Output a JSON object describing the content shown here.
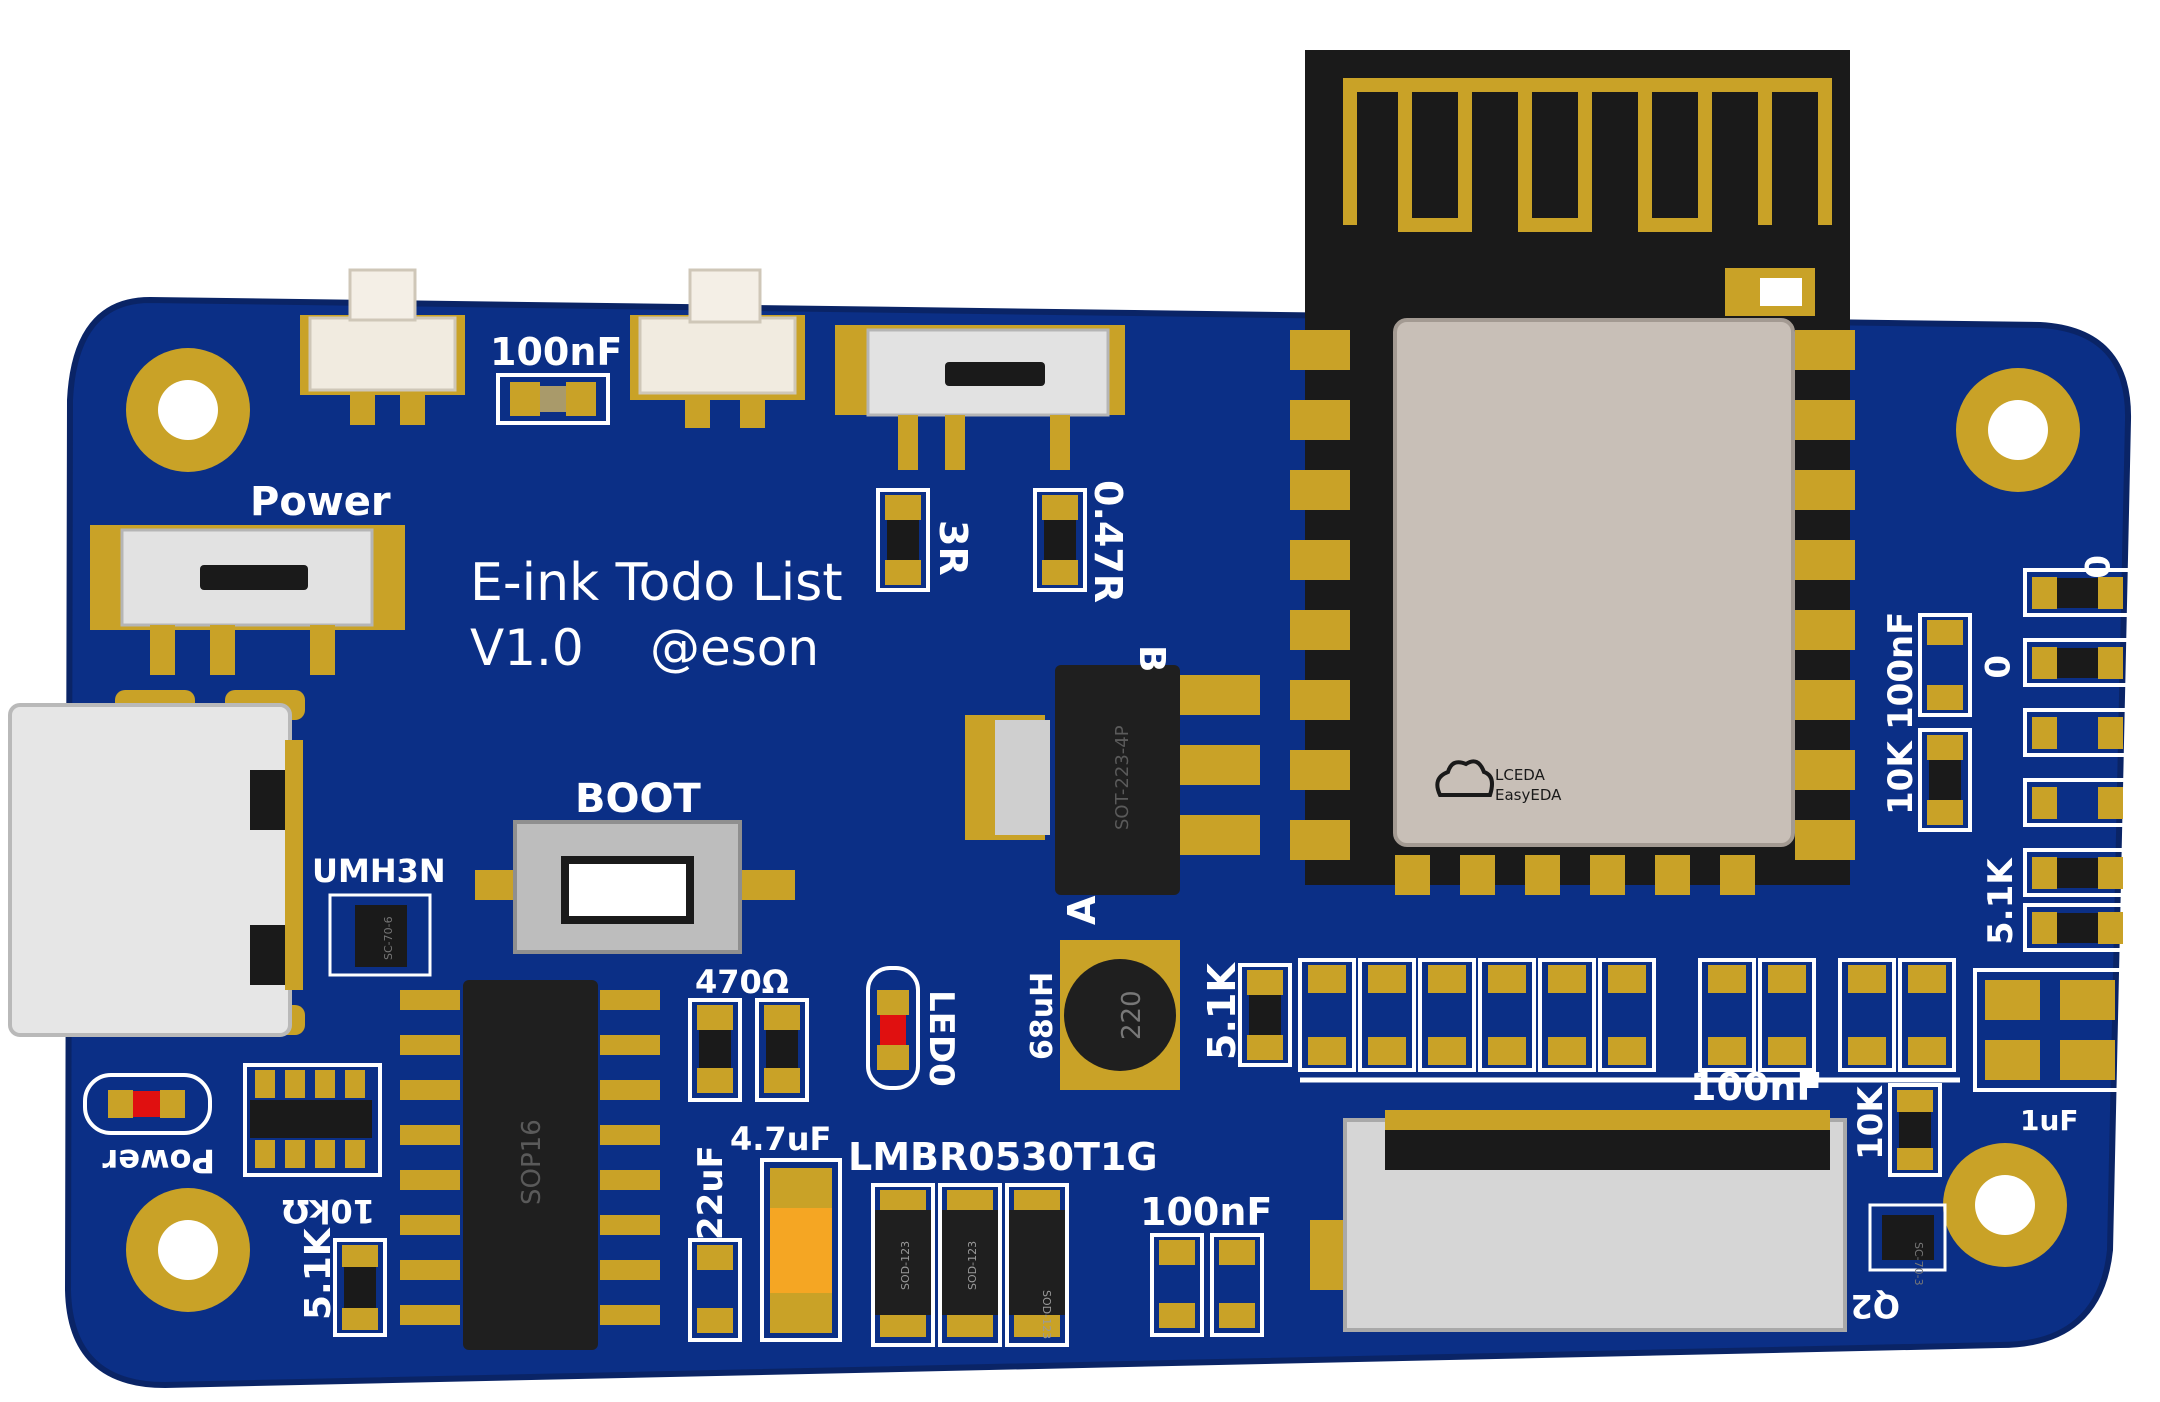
{
  "colors": {
    "board": "#0b2f86",
    "board_edge": "#0a2466",
    "silkscreen": "#ffffff",
    "gold": "#c9a227",
    "mask_black": "#1a1a1a",
    "module_shield": "#c8bfb7",
    "led_red": "#e01010",
    "cap_orange": "#f5a623"
  },
  "pcb": {
    "title": "E-ink Todo List",
    "version": "V1.0",
    "author": "@eson",
    "power_switch_label": "Power",
    "power_led_label": "Power",
    "boot_label": "BOOT",
    "umh_label": "UMH3N",
    "umh_pkg": "SC-70-6",
    "sop_label": "SOP16",
    "res_470": "470Ω",
    "led0": "LED0",
    "cap_4u7": "4.7uF",
    "diode_part": "LMBR0530T1G",
    "sod1": "SOD-123",
    "sod2": "SOD-123",
    "sod3": "SOD-123",
    "cap_22u": "22uF",
    "cap_100n_bottom": "100nF",
    "inductor_val": "68uH",
    "inductor_marking": "220",
    "sot223": "SOT-223-4P",
    "reg_prefix": "A",
    "res_3r": "3R",
    "res_047r": "0.47R",
    "cap_100n_top": "100nF",
    "res_5k1_mid": "5.1K",
    "cap_100n_row": "100nF",
    "res_10k_right": "10K",
    "cap_100n_right": "100nF",
    "res_10k_q2": "10K",
    "res_0_a": "0",
    "res_0_b": "0",
    "res_5k1_right": "5.1K",
    "cap_1u": "1uF",
    "q2_label": "Q2",
    "q2_pkg": "SC-70-3",
    "res_10k_left": "10kΩ",
    "res_5k1_left": "5.1K",
    "module_brand_1": "LCEDA",
    "module_brand_2": "EasyEDA",
    "b_label": "B"
  }
}
